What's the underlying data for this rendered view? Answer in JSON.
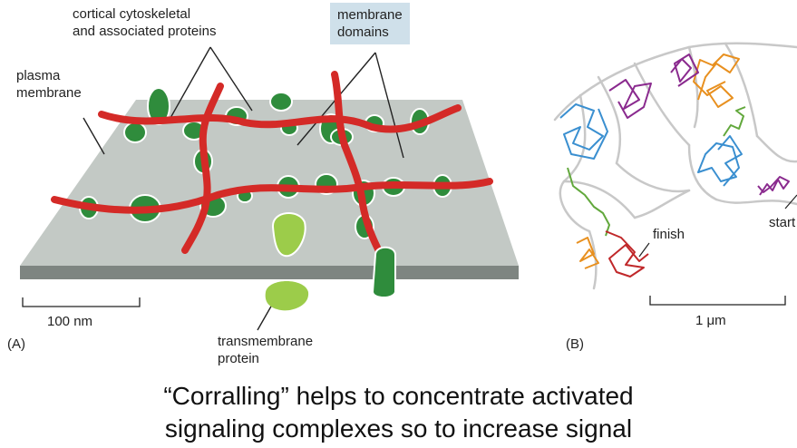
{
  "panel_a": {
    "label": "(A)",
    "cyto_label": "cortical cytoskeletal\nand associated proteins",
    "membrane_domains_label": "membrane\ndomains",
    "plasma_membrane_label": "plasma\nmembrane",
    "scale_label": "100 nm",
    "transmembrane_label": "transmembrane\nprotein"
  },
  "panel_b": {
    "label": "(B)",
    "finish_label": "finish",
    "start_label": "start",
    "scale_label": "1 μm"
  },
  "caption": "“Corralling” helps to concentrate activated\nsignaling complexes so to increase signal",
  "colors": {
    "membrane": "#c3c9c5",
    "membrane_edge": "#7e8581",
    "actin": "#d42a27",
    "protein": "#2f8c3c",
    "transmembrane": "#9ccc4a",
    "label_box": "#cfe0ea",
    "track_blue": "#3a8fd0",
    "track_purple": "#8a2a8e",
    "track_orange": "#e8901f",
    "track_green": "#62a83c",
    "track_red": "#c0282a"
  }
}
